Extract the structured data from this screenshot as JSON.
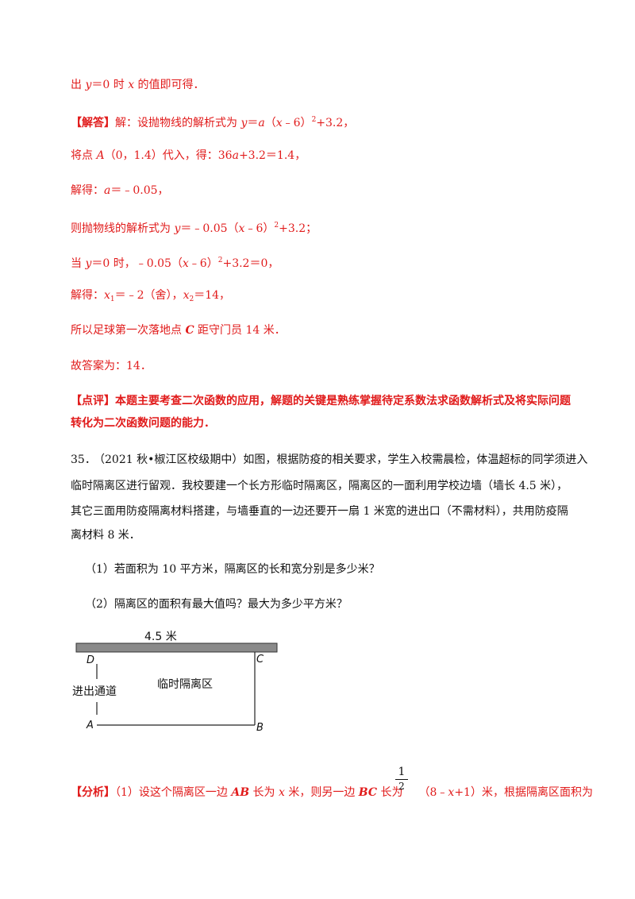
{
  "solution": {
    "l1_a": "出 ",
    "l1_y": "y",
    "l1_b": "＝0 时 ",
    "l1_x": "x",
    "l1_c": " 的值即可得．",
    "l2_tag": "【解答】",
    "l2_a": "解：设抛物线的解析式为 ",
    "l2_y": "y",
    "l2_b": "＝",
    "l2_ai": "a",
    "l2_c": "（",
    "l2_x": "x",
    "l2_d": "﹣6）",
    "l2_sup": "2",
    "l2_e": "+3.2，",
    "l3_a": "将点 ",
    "l3_A": "A",
    "l3_b": "（0，1.4）代入，得：36",
    "l3_ai": "a",
    "l3_c": "+3.2＝1.4，",
    "l4_a": "解得：",
    "l4_ai": "a",
    "l4_b": "＝﹣0.05，",
    "l5_a": "则抛物线的解析式为 ",
    "l5_y": "y",
    "l5_b": "＝﹣0.05（",
    "l5_x": "x",
    "l5_c": "﹣6）",
    "l5_sup": "2",
    "l5_d": "+3.2；",
    "l6_a": "当 ",
    "l6_y": "y",
    "l6_b": "＝0 时，﹣0.05（",
    "l6_x": "x",
    "l6_c": "﹣6）",
    "l6_sup": "2",
    "l6_d": "+3.2＝0，",
    "l7_a": "解得：",
    "l7_x1": "x",
    "l7_s1": "1",
    "l7_b": "＝﹣2（舍），",
    "l7_x2": "x",
    "l7_s2": "2",
    "l7_c": "＝14，",
    "l8_a": "所以足球第一次落地点 ",
    "l8_C": "C",
    "l8_b": " 距守门员 14 米．",
    "l9": "故答案为：14．",
    "comment_1": "【点评】本题主要考查二次函数的应用，解题的关键是熟练掌握待定系数法求函数解析式及将实际问题",
    "comment_2": "转化为二次函数问题的能力．"
  },
  "question": {
    "number": "35．",
    "line1": "（2021 秋•椒江区校级期中）如图，根据防疫的相关要求，学生入校需晨检，体温超标的同学须进入",
    "line2": "临时隔离区进行留观．我校要建一个长方形临时隔离区，隔离区的一面利用学校边墙（墙长 4.5 米），",
    "line3": "其它三面用防疫隔离材料搭建，与墙垂直的一边还要开一扇 1 米宽的进出口（不需材料），共用防疫隔",
    "line4": "离材料 8 米．",
    "part1": "（1）若面积为 10 平方米，隔离区的长和宽分别是多少米？",
    "part2": "（2）隔离区的面积有最大值吗？最大为多少平方米？"
  },
  "figure": {
    "wall_label": "4.5 米",
    "label_D": "D",
    "label_C": "C",
    "label_A": "A",
    "label_B": "B",
    "center_label": "临时隔离区",
    "entrance_label": "进出通道"
  },
  "analysis": {
    "tag": "【分析】",
    "a": "（1）设这个隔离区一边 ",
    "AB": "AB",
    "b": " 长为 ",
    "x": "x",
    "c": " 米，则另一边 ",
    "BC": "BC",
    "d": " 长为",
    "frac_num": "1",
    "frac_den": "2",
    "e": "（8﹣",
    "x2": "x",
    "f": "+1）米，根据隔离区面积为"
  }
}
